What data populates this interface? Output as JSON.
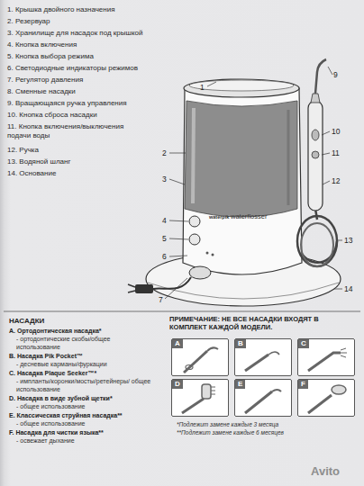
{
  "diagram": {
    "nodes": [
      {
        "text": [
          "A"
        ]
      },
      {
        "text": [
          "B"
        ]
      },
      {
        "text": [
          "C"
        ]
      },
      {
        "text": [
          "D"
        ]
      },
      {
        "text": [
          "E"
        ]
      },
      {
        "text": [
          "F"
        ]
      }
    ],
    "edges": [],
    "labels": [
      "1. Крышка двойного назначения",
      "2. Резервуар",
      "3. Хранилище для насадок под крышкой",
      "4. Кнопка включения",
      "5. Кнопка выбора режима",
      "6. Светодиодные индикаторы режимов",
      "7. Регулятор давления",
      "8. Сменные насадки",
      "9. Вращающаяся ручка управления",
      "10. Кнопка сброса насадки",
      "11. Кнопка включения/выключения подачи воды",
      "12. Ручка",
      "13. Водяной шланг",
      "14. Основание",
      "1",
      "9",
      "2",
      "3",
      "10",
      "11",
      "12",
      "4",
      "5",
      "6",
      "13",
      "14",
      "7",
      "waterpik",
      "waterflosser",
      "НАСАДКИ",
      "A. Ортодонтическая насадка*",
      "- ортодонтические скобы/общее использование",
      "B. Насадка Pik Pocket™",
      "- десневые карманы/фуркации",
      "C. Насадка Plaque Seeker™*",
      "- импланты/коронки/мосты/ретейнеры/ общее использование",
      "D. Насадка в виде зубной щетки*",
      "- общее использование",
      "E. Классическая струйная насадка**",
      "- общее использование",
      "F. Насадка для чистки языка**",
      "- освежает дыхание",
      "ПРИМЕЧАНИЕ: НЕ ВСЕ НАСАДКИ ВХОДЯТ В КОМПЛЕКТ КАЖДОЙ МОДЕЛИ.",
      "*Подлежит замене каждые 3 месяца",
      "**Подлежит замене каждые 6 месяцев",
      "Avito"
    ]
  }
}
